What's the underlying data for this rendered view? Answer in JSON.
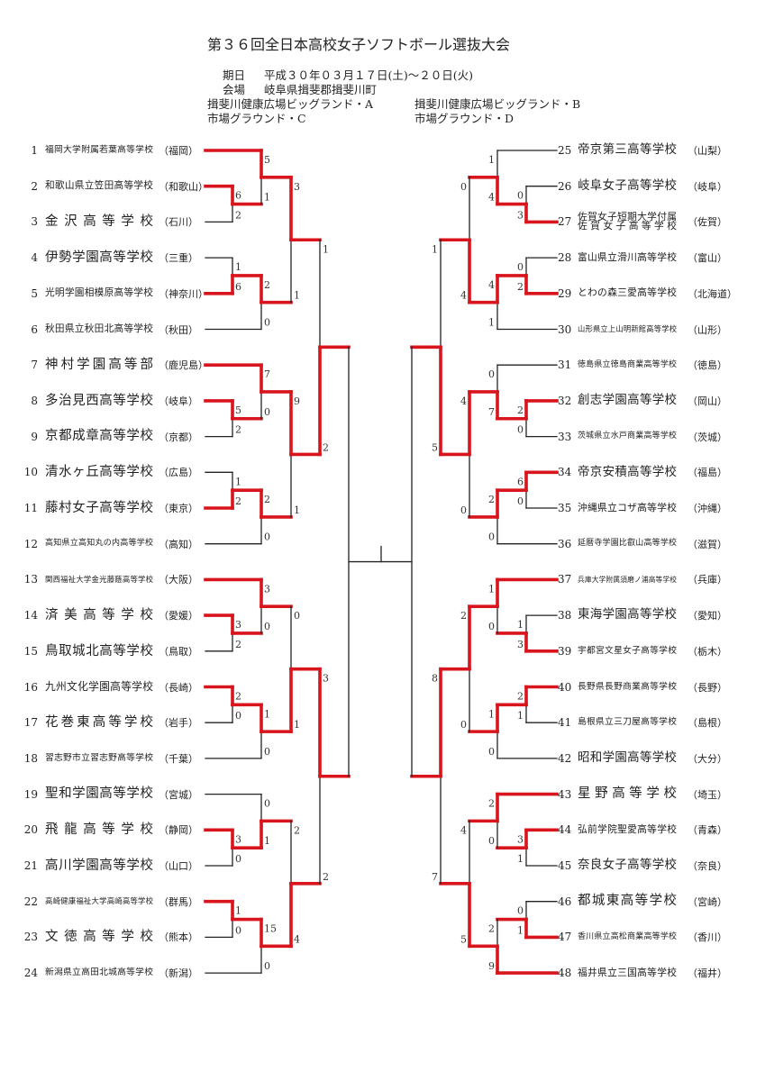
{
  "header": {
    "title": "第３６回全日本高校女子ソフトボール選抜大会",
    "date_label": "期日",
    "date_value": "平成３０年０３月１７日(土)～２０日(火)",
    "venue_label": "会場",
    "venue_value": "岐阜県揖斐郡揖斐川町",
    "ground_a": "揖斐川健康広場ビッグランド・A",
    "ground_b": "揖斐川健康広場ビッグランド・B",
    "ground_c": "市場グラウンド・C",
    "ground_d": "市場グラウンド・D"
  },
  "colors": {
    "winner_line": "#d8141c",
    "line": "#222222"
  },
  "teams": [
    {
      "num": "1",
      "name": "福岡大学附属若葉高等学校",
      "pref": "（福岡）"
    },
    {
      "num": "2",
      "name": "和歌山県立笠田高等学校",
      "pref": "（和歌山）"
    },
    {
      "num": "3",
      "name": "金沢高等学校",
      "pref": "（石川）"
    },
    {
      "num": "4",
      "name": "伊勢学園高等学校",
      "pref": "（三重）"
    },
    {
      "num": "5",
      "name": "光明学園相模原高等学校",
      "pref": "（神奈川）"
    },
    {
      "num": "6",
      "name": "秋田県立秋田北高等学校",
      "pref": "（秋田）"
    },
    {
      "num": "7",
      "name": "神村学園高等部",
      "pref": "（鹿児島）"
    },
    {
      "num": "8",
      "name": "多治見西高等学校",
      "pref": "（岐阜）"
    },
    {
      "num": "9",
      "name": "京都成章高等学校",
      "pref": "（京都）"
    },
    {
      "num": "10",
      "name": "清水ヶ丘高等学校",
      "pref": "（広島）"
    },
    {
      "num": "11",
      "name": "藤村女子高等学校",
      "pref": "（東京）"
    },
    {
      "num": "12",
      "name": "高知県立高知丸の内高等学校",
      "pref": "（高知）"
    },
    {
      "num": "13",
      "name": "関西福祉大学金光藤蔭高等学校",
      "pref": "（大阪）"
    },
    {
      "num": "14",
      "name": "済美高等学校",
      "pref": "（愛媛）"
    },
    {
      "num": "15",
      "name": "鳥取城北高等学校",
      "pref": "（鳥取）"
    },
    {
      "num": "16",
      "name": "九州文化学園高等学校",
      "pref": "（長崎）"
    },
    {
      "num": "17",
      "name": "花巻東高等学校",
      "pref": "（岩手）"
    },
    {
      "num": "18",
      "name": "習志野市立習志野高等学校",
      "pref": "（千葉）"
    },
    {
      "num": "19",
      "name": "聖和学園高等学校",
      "pref": "（宮城）"
    },
    {
      "num": "20",
      "name": "飛龍高等学校",
      "pref": "（静岡）"
    },
    {
      "num": "21",
      "name": "高川学園高等学校",
      "pref": "（山口）"
    },
    {
      "num": "22",
      "name": "高崎健康福祉大学高崎高等学校",
      "pref": "（群馬）"
    },
    {
      "num": "23",
      "name": "文徳高等学校",
      "pref": "（熊本）"
    },
    {
      "num": "24",
      "name": "新潟県立高田北城高等学校",
      "pref": "（新潟）"
    },
    {
      "num": "25",
      "name": "帝京第三高等学校",
      "pref": "（山梨）"
    },
    {
      "num": "26",
      "name": "岐阜女子高等学校",
      "pref": "（岐阜）"
    },
    {
      "num": "27",
      "name": "佐賀女子短期大学付属\n佐賀女子高等学校",
      "pref": "（佐賀）"
    },
    {
      "num": "28",
      "name": "富山県立滑川高等学校",
      "pref": "（富山）"
    },
    {
      "num": "29",
      "name": "とわの森三愛高等学校",
      "pref": "（北海道）"
    },
    {
      "num": "30",
      "name": "山形県立上山明新館高等学校",
      "pref": "（山形）"
    },
    {
      "num": "31",
      "name": "徳島県立徳島商業高等学校",
      "pref": "（徳島）"
    },
    {
      "num": "32",
      "name": "創志学園高等学校",
      "pref": "（岡山）"
    },
    {
      "num": "33",
      "name": "茨城県立水戸商業高等学校",
      "pref": "（茨城）"
    },
    {
      "num": "34",
      "name": "帝京安積高等学校",
      "pref": "（福島）"
    },
    {
      "num": "35",
      "name": "沖縄県立コザ高等学校",
      "pref": "（沖縄）"
    },
    {
      "num": "36",
      "name": "延暦寺学園比叡山高等学校",
      "pref": "（滋賀）"
    },
    {
      "num": "37",
      "name": "兵庫大学附属須磨ノ浦高等学校",
      "pref": "（兵庫）"
    },
    {
      "num": "38",
      "name": "東海学園高等学校",
      "pref": "（愛知）"
    },
    {
      "num": "39",
      "name": "宇都宮文星女子高等学校",
      "pref": "（栃木）"
    },
    {
      "num": "40",
      "name": "長野県長野商業高等学校",
      "pref": "（長野）"
    },
    {
      "num": "41",
      "name": "島根県立三刀屋高等学校",
      "pref": "（島根）"
    },
    {
      "num": "42",
      "name": "昭和学園高等学校",
      "pref": "（大分）"
    },
    {
      "num": "43",
      "name": "星野高等学校",
      "pref": "（埼玉）"
    },
    {
      "num": "44",
      "name": "弘前学院聖愛高等学校",
      "pref": "（青森）"
    },
    {
      "num": "45",
      "name": "奈良女子高等学校",
      "pref": "（奈良）"
    },
    {
      "num": "46",
      "name": "都城東高等学校",
      "pref": "（宮崎）"
    },
    {
      "num": "47",
      "name": "香川県立高松商業高等学校",
      "pref": "（香川）"
    },
    {
      "num": "48",
      "name": "福井県立三国高等学校",
      "pref": "（福井）"
    }
  ],
  "bracket": {
    "left": {
      "groups": [
        {
          "m1": [
            6,
            2
          ],
          "m2": [
            5,
            1
          ],
          "m3": [
            1,
            6
          ],
          "m4": [
            2,
            0
          ],
          "m5": [
            3,
            1
          ]
        },
        {
          "m1": [
            5,
            2
          ],
          "m2": [
            7,
            0
          ],
          "m3": [
            1,
            2
          ],
          "m4": [
            2,
            0
          ],
          "m5": [
            9,
            1
          ]
        },
        {
          "m1": [
            3,
            2
          ],
          "m2": [
            3,
            0
          ],
          "m3": [
            2,
            0
          ],
          "m4": [
            1,
            0
          ],
          "m5": [
            0,
            1
          ]
        },
        {
          "m1": [
            3,
            0
          ],
          "m2": [
            0,
            1
          ],
          "m3": [
            1,
            0
          ],
          "m4": [
            15,
            0
          ],
          "m5": [
            2,
            4
          ]
        }
      ],
      "quarterfinals": [
        [
          1,
          2
        ],
        [
          3,
          2
        ]
      ]
    },
    "right": {
      "groups": [
        {
          "m1": [
            0,
            3
          ],
          "m2": [
            1,
            4
          ],
          "m3": [
            0,
            2
          ],
          "m4": [
            4,
            1
          ],
          "m5": [
            0,
            4
          ]
        },
        {
          "m1": [
            2,
            0
          ],
          "m2": [
            0,
            7
          ],
          "m3": [
            6,
            0
          ],
          "m4": [
            2,
            0
          ],
          "m5": [
            4,
            0
          ]
        },
        {
          "m1": [
            1,
            3
          ],
          "m2": [
            1,
            0
          ],
          "m3": [
            2,
            1
          ],
          "m4": [
            1,
            0
          ],
          "m5": [
            2,
            0
          ]
        },
        {
          "m1": [
            3,
            1
          ],
          "m2": [
            2,
            0
          ],
          "m3": [
            0,
            1
          ],
          "m4": [
            2,
            9
          ],
          "m5": [
            4,
            5
          ]
        }
      ],
      "quarterfinals": [
        [
          1,
          5
        ],
        [
          8,
          7
        ]
      ]
    }
  }
}
